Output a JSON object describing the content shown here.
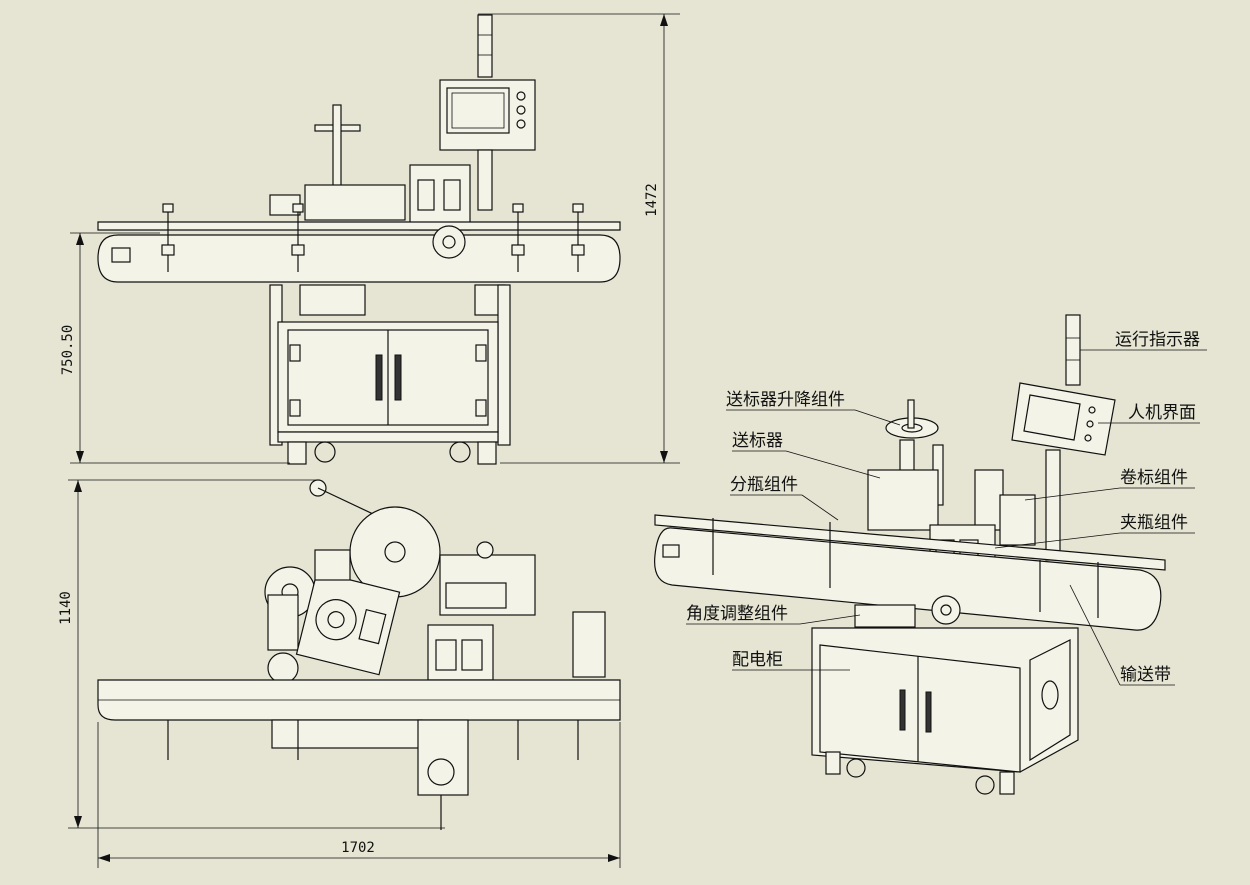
{
  "dimensions": {
    "total_height": "1472",
    "table_height": "750.50",
    "depth": "1140",
    "length": "1702"
  },
  "labels": {
    "indicator": "运行指示器",
    "hmi": "人机界面",
    "label_lift": "送标器升降组件",
    "label_feeder": "送标器",
    "roll_label": "卷标组件",
    "bottle_separator": "分瓶组件",
    "bottle_clamp": "夹瓶组件",
    "angle_adjust": "角度调整组件",
    "cabinet": "配电柜",
    "conveyor": "输送带"
  },
  "colors": {
    "background": "#e6e5d3",
    "line": "#111111"
  }
}
